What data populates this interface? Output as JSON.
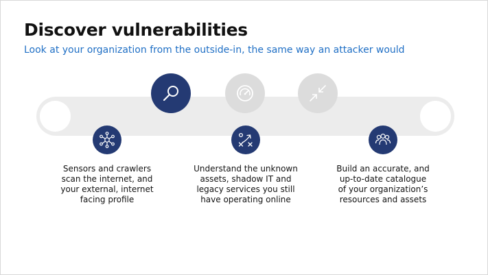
{
  "slide": {
    "title": "Discover vulnerabilities",
    "subtitle": "Look at your organization from the outside-in, the same way an attacker would",
    "accent_color": "#1f6fc5",
    "icon_color": "#243a73",
    "inactive_color": "#dcdcdc"
  },
  "stages": [
    {
      "icon": "magnifier-icon",
      "state": "active"
    },
    {
      "icon": "gauge-icon",
      "state": "inactive"
    },
    {
      "icon": "compress-arrows-icon",
      "state": "inactive"
    }
  ],
  "features": [
    {
      "icon": "network-nodes-icon",
      "lines": [
        "Sensors and crawlers",
        "scan the internet, and",
        "your external, internet",
        "facing profile"
      ]
    },
    {
      "icon": "strategy-icon",
      "lines": [
        "Understand the unknown",
        "assets, shadow IT and",
        "legacy services you still",
        "have operating online"
      ]
    },
    {
      "icon": "people-group-icon",
      "lines": [
        "Build an accurate, and",
        "up-to-date catalogue",
        "of your organization’s",
        "resources and assets"
      ]
    }
  ]
}
